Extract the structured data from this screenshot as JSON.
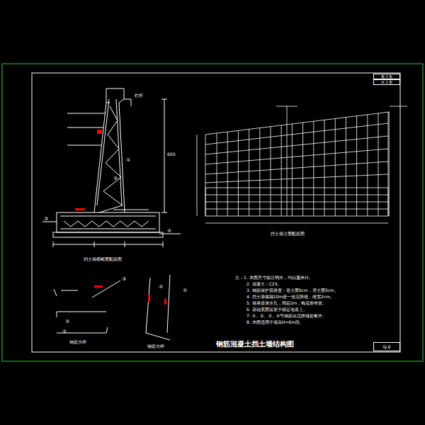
{
  "diagram": {
    "title": "钢筋混凝土挡土墙结构图",
    "nodes": [
      {
        "text": [
          "第 1 页"
        ]
      },
      {
        "text": [
          "共 1 页"
        ]
      },
      {
        "text": [
          "SJ-6"
        ]
      }
    ],
    "labels": [
      "挡土墙横断面配筋图",
      "挡土墙立面配筋图",
      "钢筋大样",
      "钢筋大样",
      "注：1. 本图尺寸除注明外，均以厘米计。",
      "2. 混凝土：C25。",
      "3. 钢筋保护层厚度：迎土面5cm，背土面3cm。",
      "4. 挡土墙每隔10m设一道沉降缝，缝宽2cm。",
      "5. 墙身设泄水孔，间距2m，梅花形布置。",
      "6. 基础底面应置于稳定地基上。",
      "7. ①、②、③、④号钢筋在沉降缝处断开。",
      "8. 本图适用于墙高H=6m段。",
      "①",
      "②",
      "③",
      "④",
      "①",
      "②",
      "③",
      "④",
      "⑤",
      "600",
      "栏杆"
    ]
  }
}
